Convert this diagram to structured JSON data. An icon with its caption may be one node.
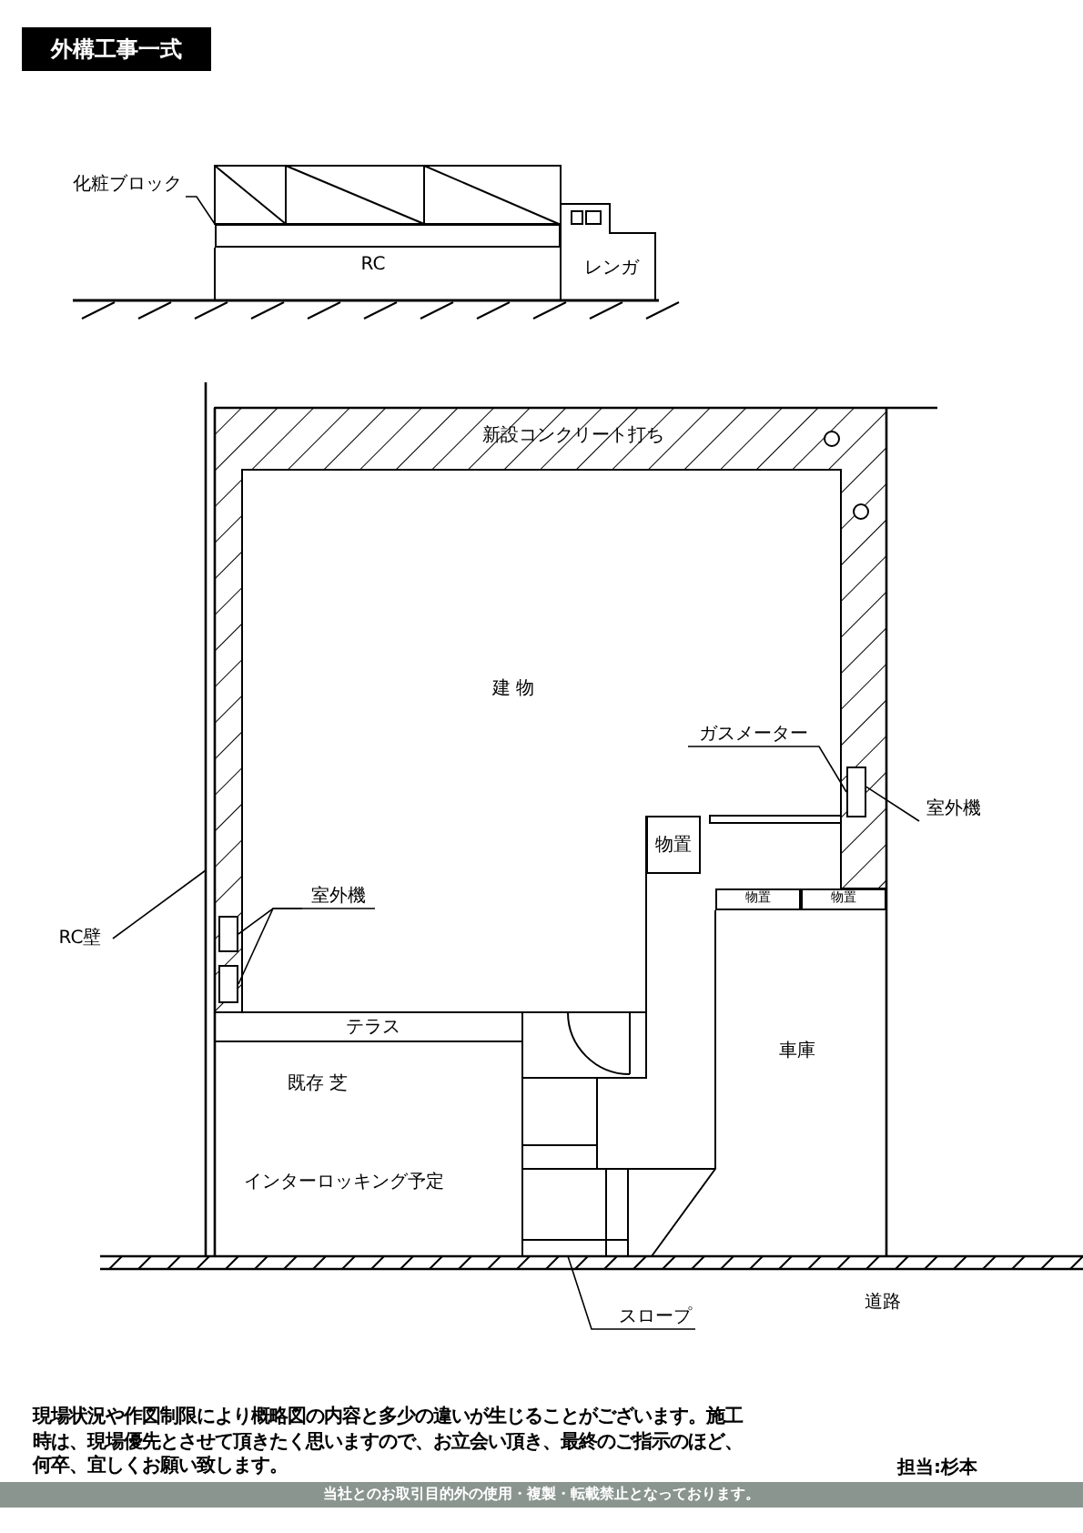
{
  "diagram": {
    "title": "外構工事一式",
    "nodes": [
      {
        "text": [
          "化粧ブロック"
        ]
      },
      {
        "text": [],
        "shape": "box"
      },
      {
        "text": [
          "RC"
        ]
      },
      {
        "text": [
          "レンガ"
        ]
      },
      {
        "text": [
          "建 物"
        ]
      },
      {
        "text": [
          "ガスメーター"
        ]
      },
      {
        "text": [],
        "shape": "box"
      },
      {
        "text": [
          "室外機"
        ]
      },
      {
        "text": [
          "物置"
        ]
      },
      {
        "text": [
          "物置"
        ]
      },
      {
        "text": [
          "物置"
        ]
      },
      {
        "text": [
          "RC壁"
        ]
      },
      {
        "text": [
          "室外機"
        ]
      },
      {
        "text": [],
        "shape": "box"
      },
      {
        "text": [],
        "shape": "box"
      },
      {
        "text": [
          "車庫"
        ]
      },
      {
        "text": [
          "スロープ"
        ]
      }
    ],
    "edges": [
      {
        "from": 0,
        "to": 1,
        "arrow": "none"
      },
      {
        "from": 5,
        "to": 6,
        "arrow": "none"
      },
      {
        "from": 7,
        "to": 6,
        "arrow": "none"
      },
      {
        "from": 12,
        "to": 13,
        "arrow": "none"
      },
      {
        "from": 12,
        "to": 14,
        "arrow": "none"
      },
      {
        "from": 11,
        "to": null,
        "arrow": "none"
      },
      {
        "from": 16,
        "to": null,
        "arrow": "none"
      }
    ],
    "labels": [
      "新設コンクリート打ち",
      "テラス",
      "既存 芝",
      "インターロッキング予定",
      "道路",
      "現場状況や作図制限により概略図の内容と多少の違いが生じることがございます。施工時は、現場優先とさせて頂きたく思いますので、お立会い頂き、最終のご指示のほど、何卒、宜しくお願い致します。",
      "担当:杉本",
      "当社とのお取引目的外の使用・複製・転載禁止となっております。"
    ]
  }
}
